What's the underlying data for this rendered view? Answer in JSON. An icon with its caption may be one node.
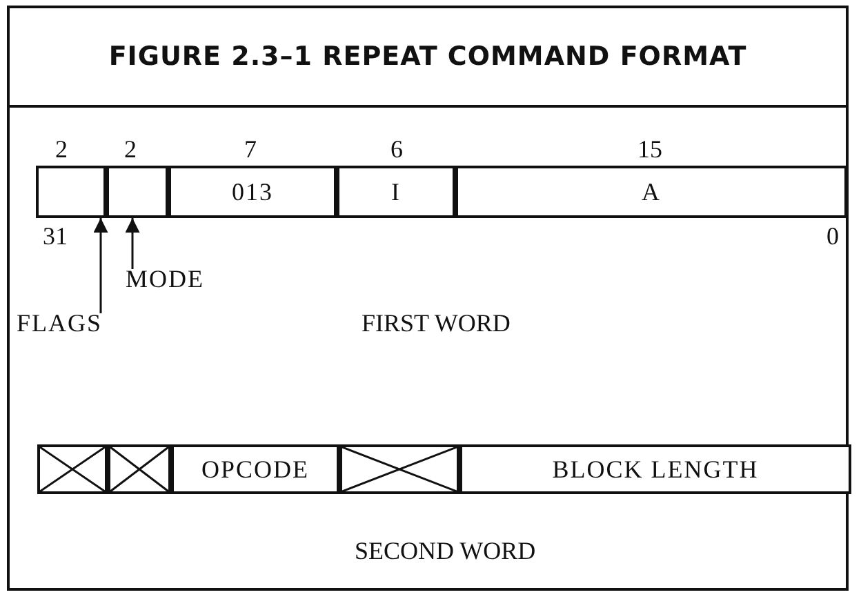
{
  "diagram": {
    "title": "FIGURE 2.3–1 REPEAT COMMAND FORMAT",
    "nodes": [
      {
        "text": [],
        "shape": "box"
      },
      {
        "text": [],
        "shape": "box"
      },
      {
        "text": [
          "013"
        ]
      },
      {
        "text": [
          "I"
        ]
      },
      {
        "text": [
          "A"
        ]
      },
      {
        "text": [
          "FLAGS"
        ]
      },
      {
        "text": [
          "MODE"
        ]
      },
      {
        "text": [],
        "shape": "cross"
      },
      {
        "text": [],
        "shape": "cross"
      },
      {
        "text": [
          "OPCODE"
        ]
      },
      {
        "text": [],
        "shape": "cross"
      },
      {
        "text": [
          "BLOCK LENGTH"
        ]
      }
    ],
    "edges": [
      {
        "from": 5,
        "to": 0,
        "arrow": "to"
      },
      {
        "from": 6,
        "to": 1,
        "arrow": "to"
      }
    ],
    "labels": [
      "2",
      "2",
      "7",
      "6",
      "15",
      "31",
      "0",
      "FIRST WORD",
      "SECOND WORD"
    ]
  }
}
